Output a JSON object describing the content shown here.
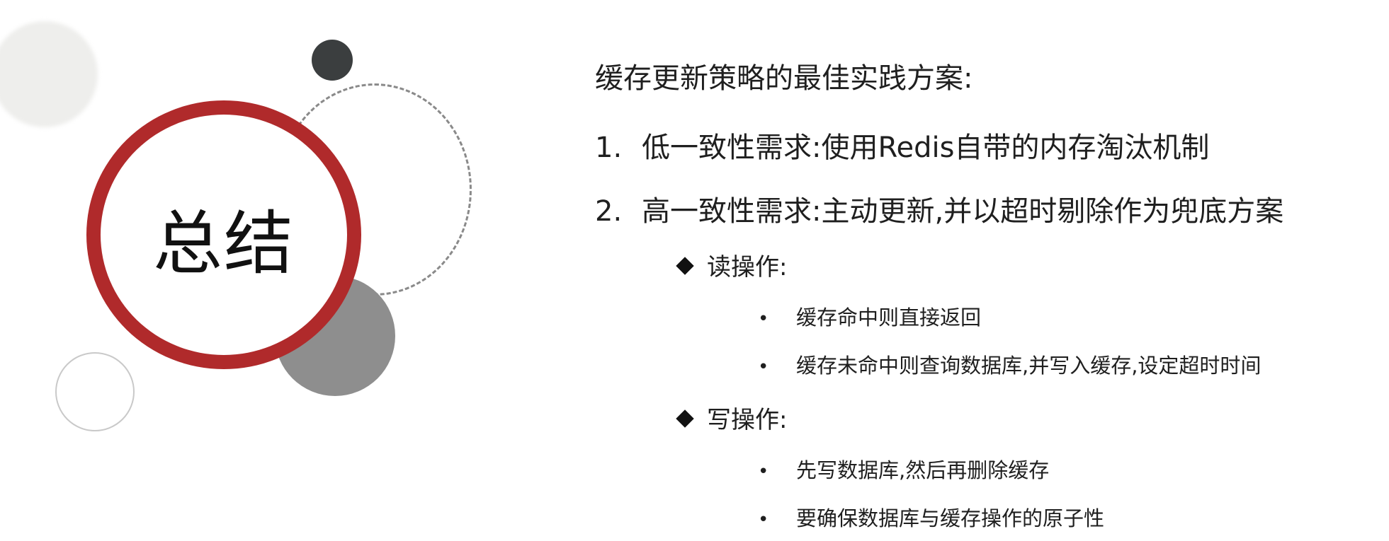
{
  "summary": {
    "title": "总结"
  },
  "heading": "缓存更新策略的最佳实践方案:",
  "items": [
    {
      "number": "1.",
      "text": "低一致性需求:使用Redis自带的内存淘汰机制"
    },
    {
      "number": "2.",
      "text": "高一致性需求:主动更新,并以超时剔除作为兜底方案"
    }
  ],
  "read_op": {
    "label": "读操作:",
    "bullets": [
      "缓存命中则直接返回",
      "缓存未命中则查询数据库,并写入缓存,设定超时时间"
    ]
  },
  "write_op": {
    "label": "写操作:",
    "bullets": [
      "先写数据库,然后再删除缓存",
      "要确保数据库与缓存操作的原子性"
    ]
  },
  "colors": {
    "accent_red": "#b02a2b",
    "dark_gray": "#3b3e3f",
    "mid_gray": "#8e8e8e"
  },
  "icons": {
    "section_marker": "diamond-icon",
    "list_marker": "bullet-dot-icon"
  }
}
